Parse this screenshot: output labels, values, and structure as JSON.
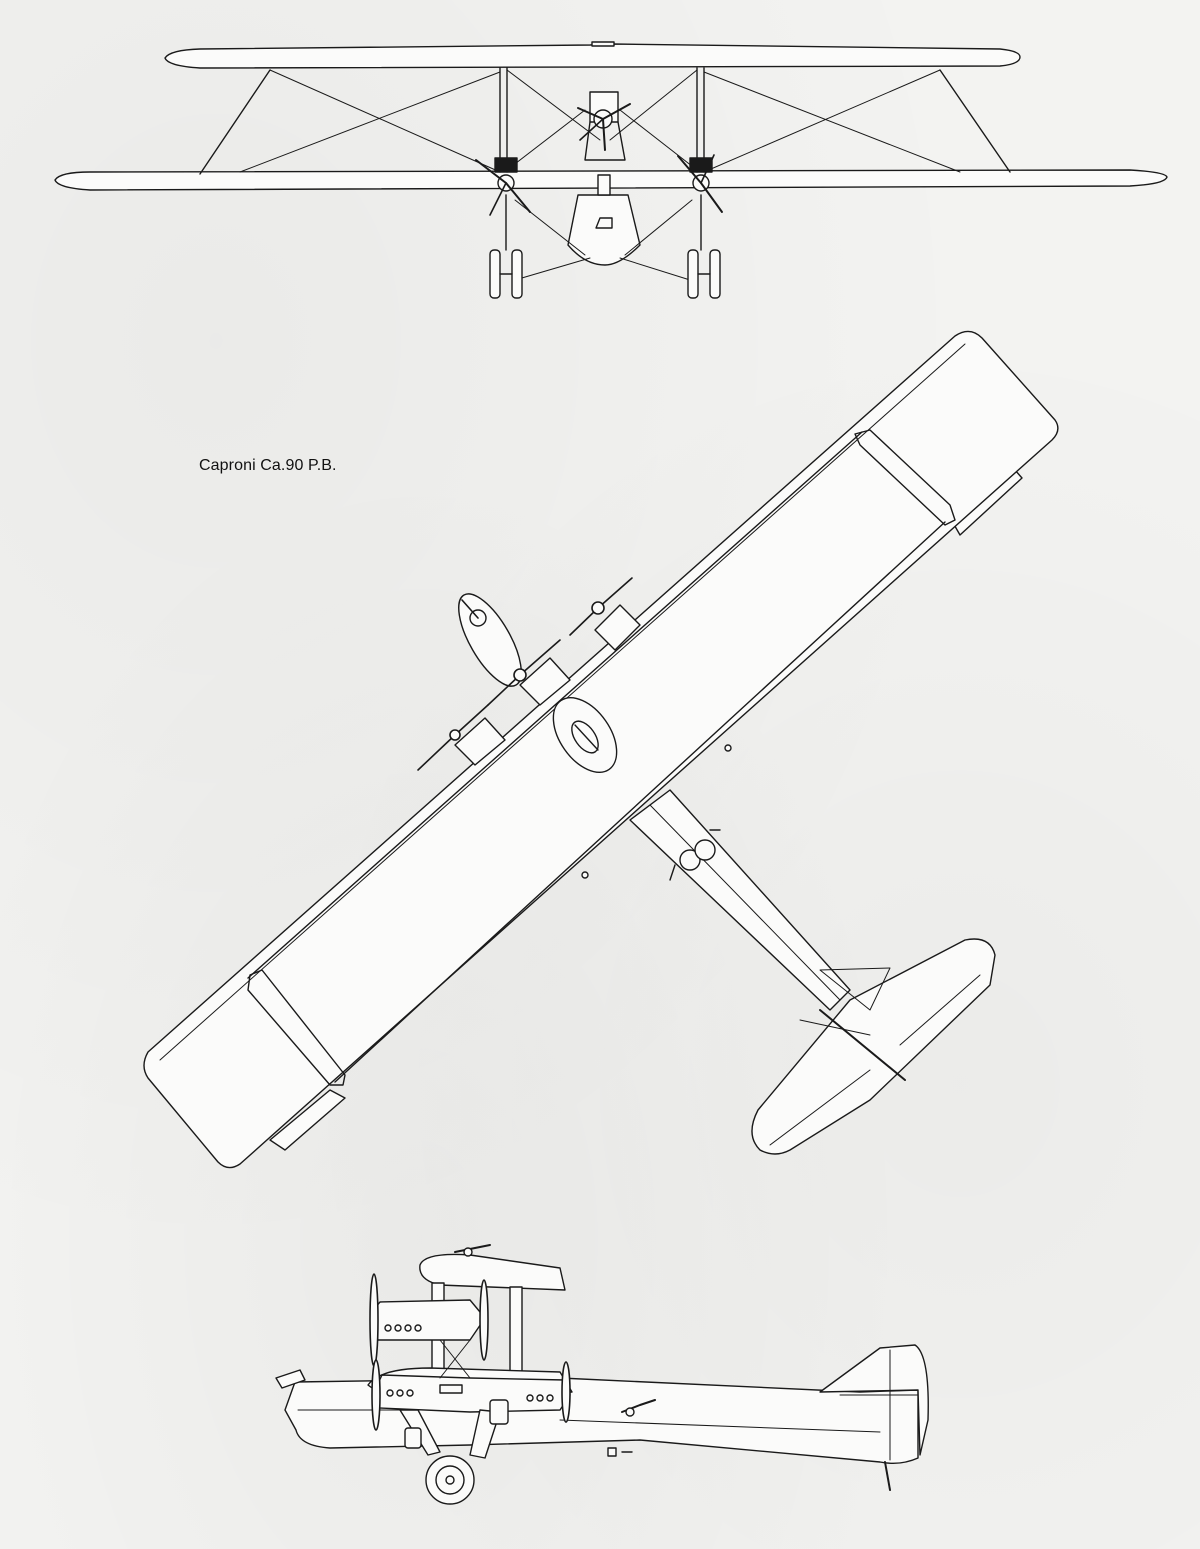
{
  "caption": "Caproni Ca.90 P.B.",
  "colors": {
    "paper": "#f3f3f1",
    "ink": "#1a1a1a"
  },
  "views": [
    "front-view",
    "top-view",
    "side-view"
  ]
}
